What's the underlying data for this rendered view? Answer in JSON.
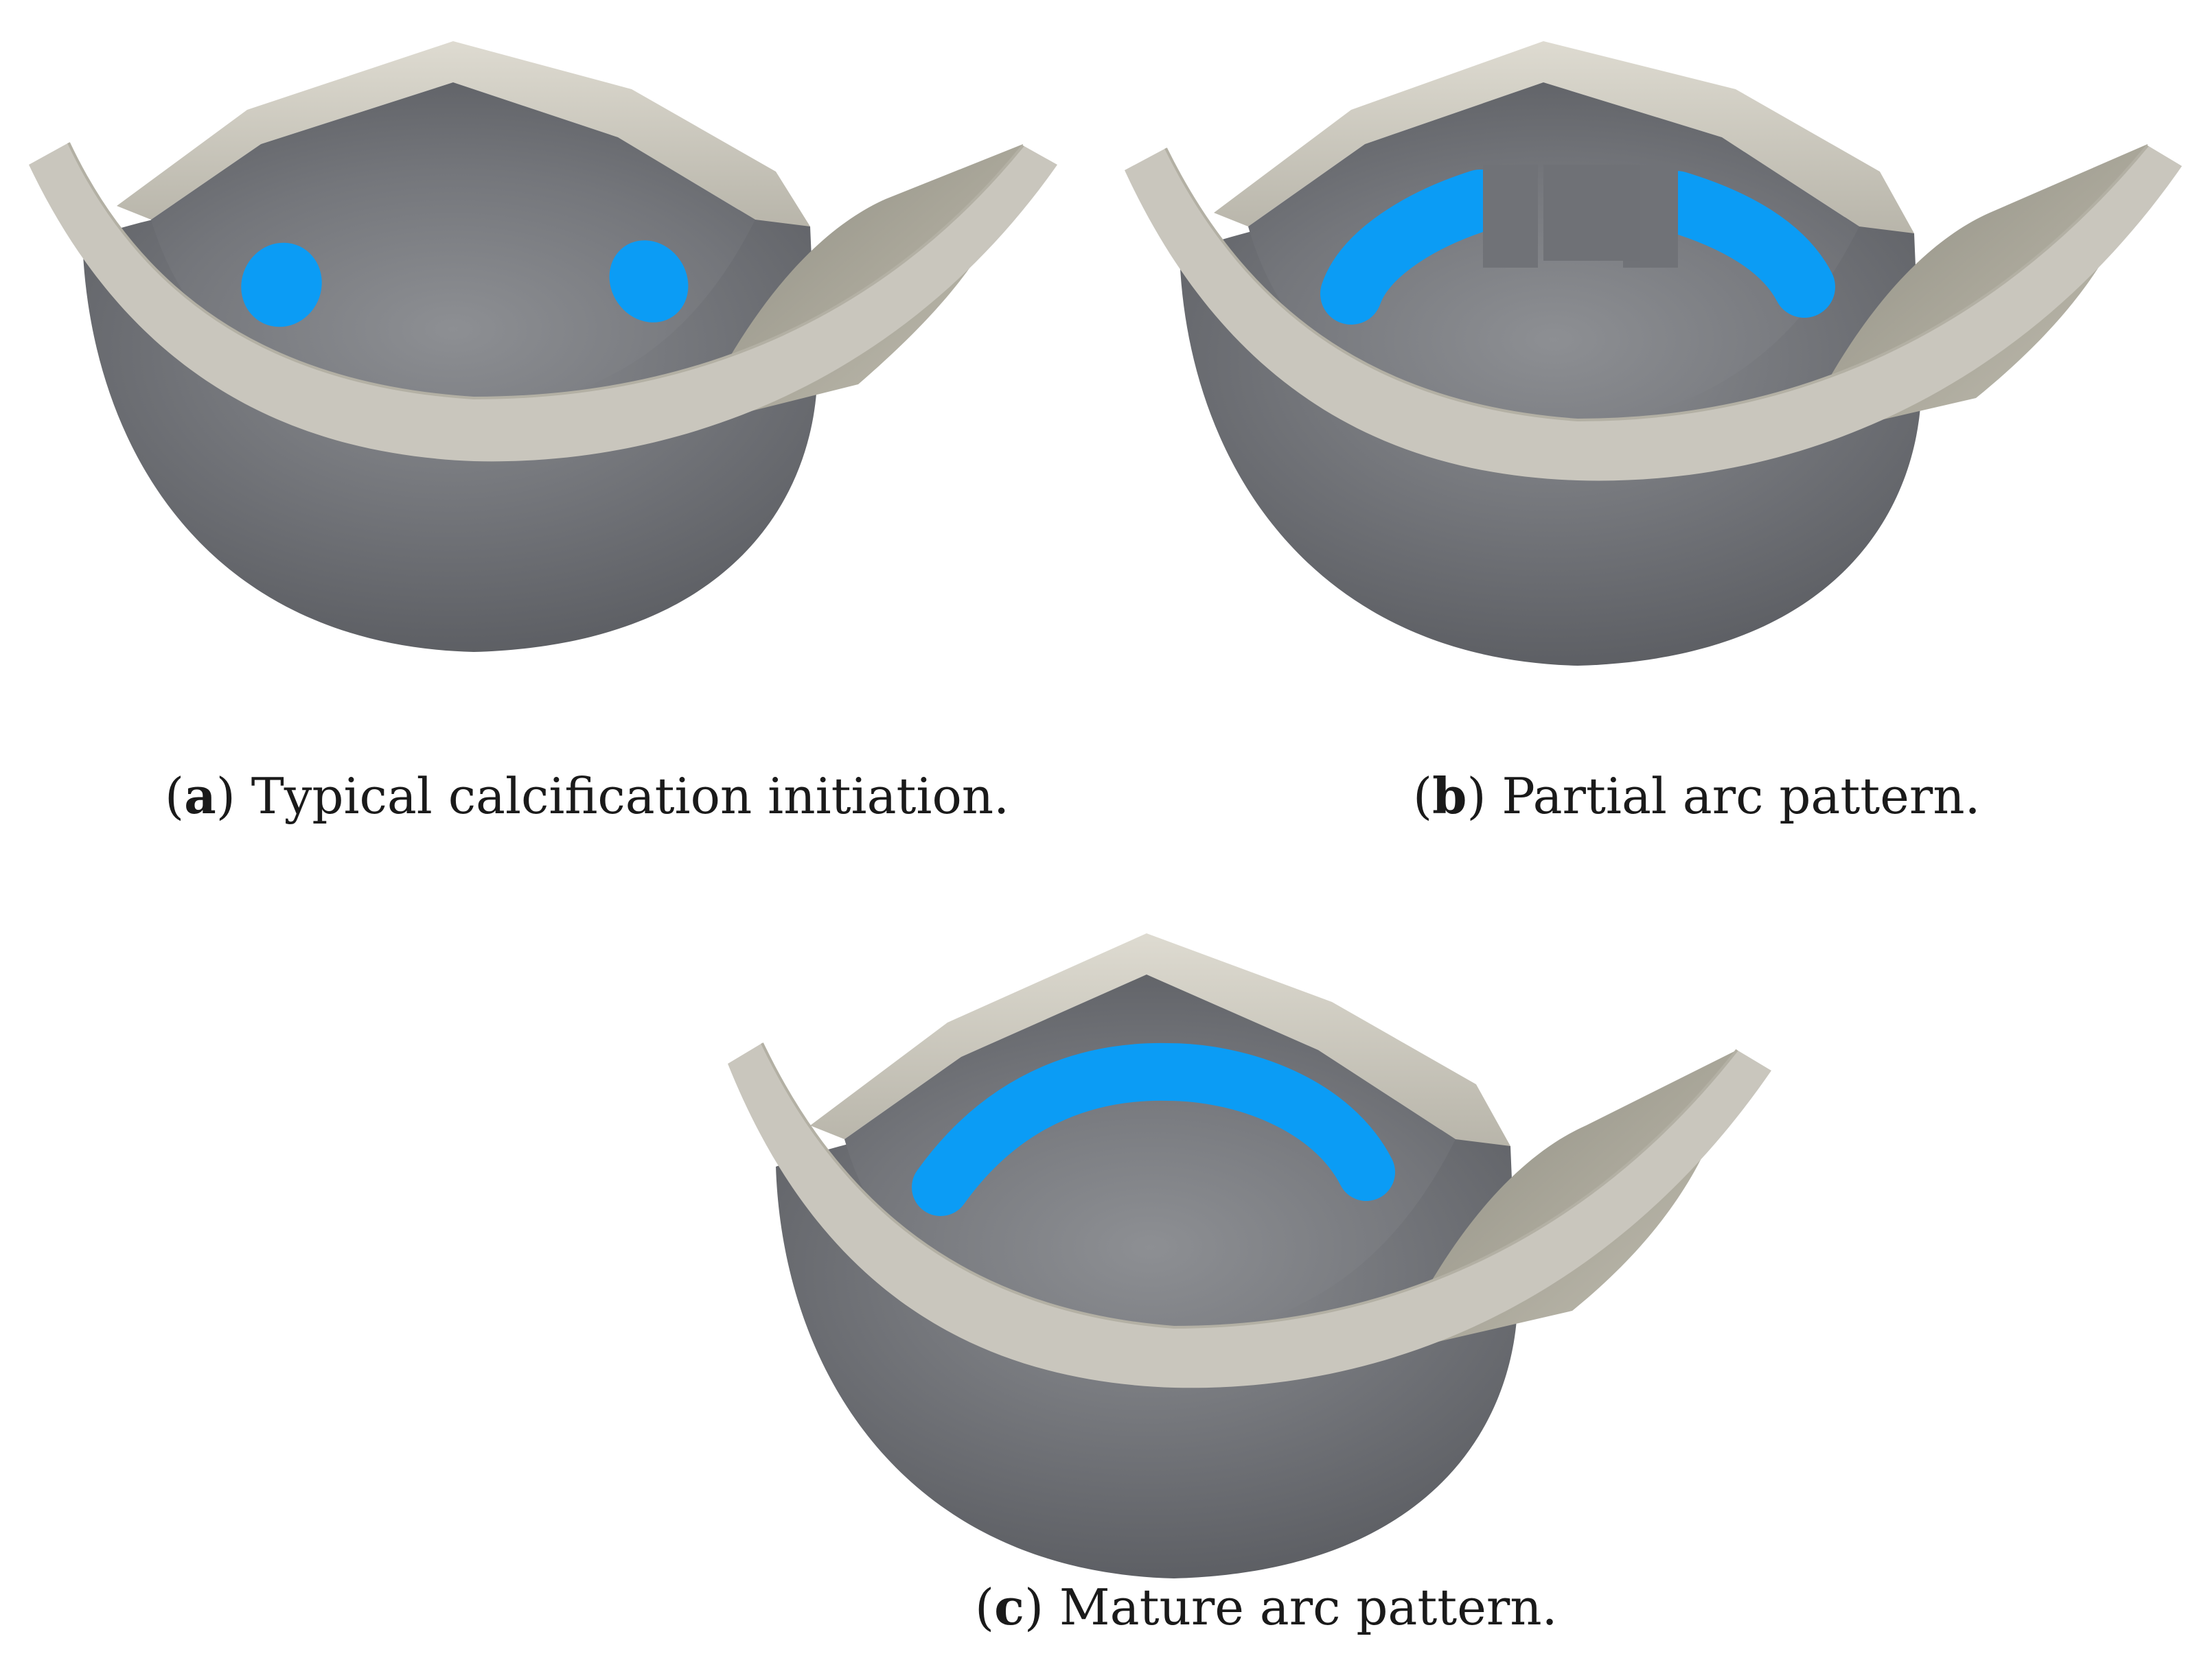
{
  "colors": {
    "background": "#ffffff",
    "cusp_dark": "#55575c",
    "cusp_mid": "#6f7176",
    "cusp_light": "#8a8c90",
    "rim": "#c9c6bd",
    "rim_shadow": "#a9a699",
    "calcification": "#0b9cf5"
  },
  "panels": [
    {
      "letter": "a",
      "caption": "Typical calcification initiation.",
      "pattern": "initiation"
    },
    {
      "letter": "b",
      "caption": "Partial arc pattern.",
      "pattern": "partial-arc"
    },
    {
      "letter": "c",
      "caption": "Mature arc pattern.",
      "pattern": "mature-arc"
    }
  ]
}
